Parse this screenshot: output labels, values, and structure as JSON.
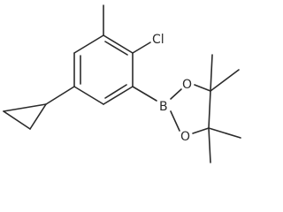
{
  "diagram": {
    "type": "chemical-structure",
    "atoms": {
      "chlorine": "Cl",
      "boron": "B",
      "oxygen_top": "O",
      "oxygen_bottom": "O"
    }
  }
}
